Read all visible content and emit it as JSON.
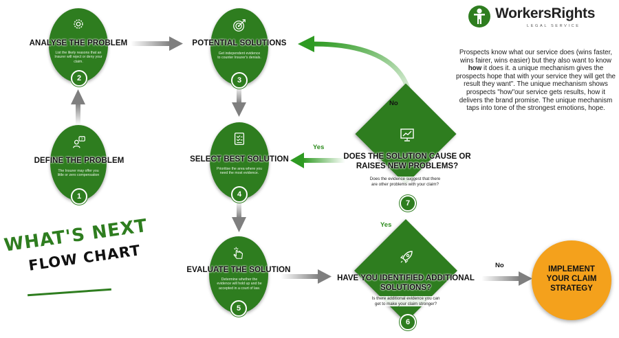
{
  "logo": {
    "name": "WorkersRights",
    "subtitle": "LEGAL SERVICE",
    "icon": "person-icon"
  },
  "intro": {
    "p1": "Prospects know what our service does (wins faster, wins fairer, wins easier) but they also want to know",
    "p1_bold": "how",
    "p2": "it does it. a unique mechanism gives the prospects hope that with your service they will get the result they want\". The unique mechanism shows prospects \"how\"our service gets results, how it delivers the brand promise. The unique mechanism taps into tone of the strongest emotions, hope."
  },
  "wordmark": {
    "line1": "WHAT'S NEXT",
    "line2": "FLOW CHART"
  },
  "steps": [
    {
      "number": "1",
      "title": "DEFINE THE PROBLEM",
      "desc": "The Insurer may offer you little or zero compensation",
      "icon": "question-person-icon"
    },
    {
      "number": "2",
      "title": "ANALYSE THE PROBLEM",
      "desc": "List the likely reasons that an Insurer will reject or deny your claim.",
      "icon": "gear-icon"
    },
    {
      "number": "3",
      "title": "POTENTIAL SOLUTIONS",
      "desc": "Get independent evidence to counter Insurer's denials.",
      "icon": "target-icon"
    },
    {
      "number": "4",
      "title": "SELECT BEST SOLUTION",
      "desc": "Prioritise the area where you need the most evidence.",
      "icon": "checklist-icon"
    },
    {
      "number": "5",
      "title": "EVALUATE THE SOLUTION",
      "desc": "Determine whether the evidence will hold up and be accepted in a court of law.",
      "icon": "tap-hand-icon"
    }
  ],
  "decisions": {
    "d6": {
      "number": "6",
      "title_l1": "HAVE YOU IDENTIFIED ADDITIONAL",
      "title_l2": "SOLUTIONS?",
      "desc_l1": "Is there additional evidence you can",
      "desc_l2": "get to make your claim stronger?",
      "icon": "rocket-icon",
      "yes": "Yes",
      "no": "No"
    },
    "d7": {
      "number": "7",
      "title_l1": "DOES THE SOLUTION CAUSE OR",
      "title_l2": "RAISES NEW PROBLEMS?",
      "desc_l1": "Does the evidence suggest that there",
      "desc_l2": "are other problems with your claim?",
      "icon": "presentation-chart-icon",
      "yes": "Yes",
      "no": "No"
    }
  },
  "final": {
    "line1": "IMPLEMENT",
    "line2": "YOUR CLAIM",
    "line3": "STRATEGY"
  },
  "colors": {
    "green": "#2e7d1f",
    "orange": "#f4a11c",
    "arrow_grey": "#8a8a8a"
  }
}
